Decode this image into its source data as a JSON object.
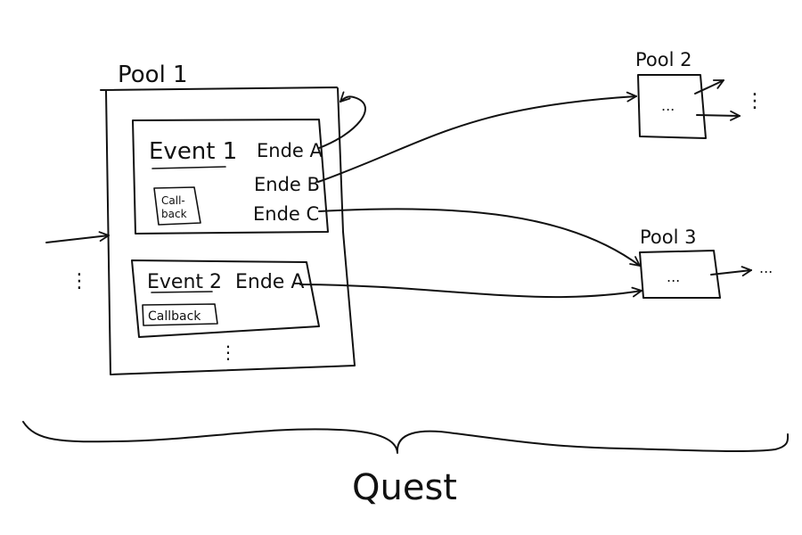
{
  "diagram": {
    "pools": [
      {
        "id": "pool1",
        "label": "Pool 1",
        "events": [
          {
            "title": "Event 1",
            "callback": [
              "Call-",
              "back"
            ],
            "endings": [
              "Ende A",
              "Ende B",
              "Ende C"
            ]
          },
          {
            "title": "Event 2",
            "callback": [
              "Callback"
            ],
            "endings": [
              "Ende A"
            ]
          }
        ],
        "more_events": "⋮",
        "incoming_more": "⋮"
      },
      {
        "id": "pool2",
        "label": "Pool 2",
        "content": "...",
        "more_outgoing": "⋮"
      },
      {
        "id": "pool3",
        "label": "Pool 3",
        "content": "...",
        "more_outgoing": "..."
      }
    ],
    "connections": [
      {
        "from": "Pool 1 / Event 1 / Ende A",
        "to": "Pool 1"
      },
      {
        "from": "Pool 1 / Event 1 / Ende B",
        "to": "Pool 2"
      },
      {
        "from": "Pool 1 / Event 1 / Ende C",
        "to": "Pool 3"
      },
      {
        "from": "Pool 1 / Event 2 / Ende A",
        "to": "Pool 3"
      },
      {
        "from": "outside",
        "to": "Pool 1"
      },
      {
        "from": "Pool 2",
        "to": "outside"
      },
      {
        "from": "Pool 3",
        "to": "outside"
      }
    ],
    "brace_label": "Quest"
  }
}
